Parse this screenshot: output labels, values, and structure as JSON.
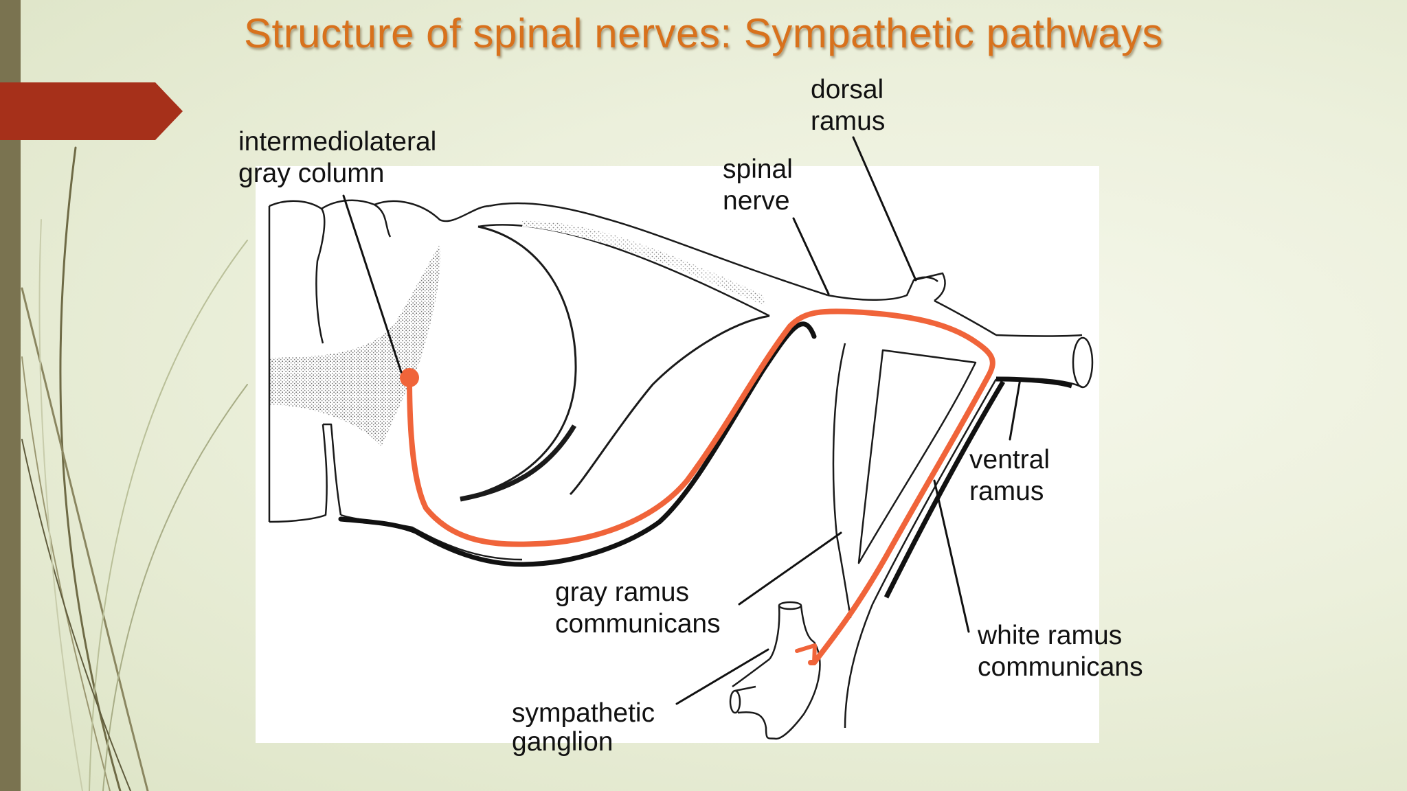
{
  "title": "Structure of spinal nerves: Sympathetic pathways",
  "colors": {
    "title": "#d8711c",
    "pathway": "#f0643a",
    "ribbon": "#a6301a",
    "left_bar": "#7a7350",
    "background": "#ecf0dc"
  },
  "labels": {
    "intermediolateral_line1": "intermediolateral",
    "intermediolateral_line2": "gray column",
    "dorsal_line1": "dorsal",
    "dorsal_line2": "ramus",
    "spinal_line1": "spinal",
    "spinal_line2": "nerve",
    "ventral_line1": "ventral",
    "ventral_line2": "ramus",
    "gray_ramus_line1": "gray ramus",
    "gray_ramus_line2": "communicans",
    "white_ramus_line1": "white ramus",
    "white_ramus_line2": "communicans",
    "ganglion_line1": "sympathetic",
    "ganglion_line2": "ganglion"
  }
}
